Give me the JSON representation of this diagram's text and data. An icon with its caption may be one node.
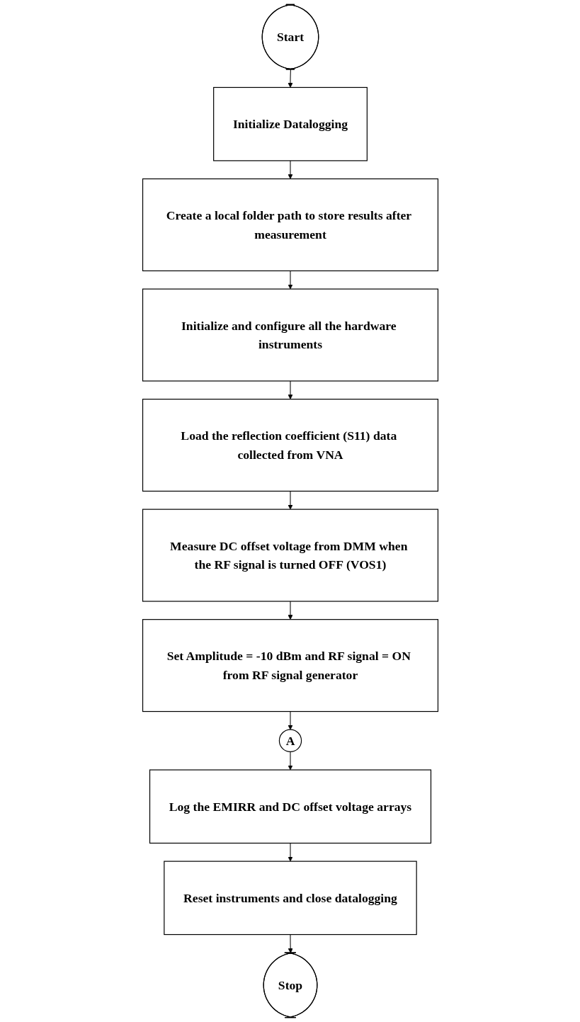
{
  "diagram": {
    "nodes": [
      {
        "text": [
          "Start"
        ]
      },
      {
        "text": [
          "Initialize Datalogging"
        ]
      },
      {
        "text": [
          "Create a local folder path to store results after measurement"
        ]
      },
      {
        "text": [
          "Initialize and configure all the hardware instruments"
        ]
      },
      {
        "text": [
          "Load the reflection coefficient (S11) data collected from VNA"
        ]
      },
      {
        "text": [
          "Measure DC offset voltage from DMM when the RF signal is turned OFF (VOS1)"
        ]
      },
      {
        "text": [
          "Set Amplitude = -10 dBm and RF signal = ON from RF signal generator"
        ]
      },
      {
        "text": [
          "A"
        ]
      },
      {
        "text": [
          "Log the EMIRR and DC offset voltage arrays"
        ]
      },
      {
        "text": [
          "Reset instruments and close datalogging"
        ]
      },
      {
        "text": [
          "Stop"
        ]
      }
    ],
    "edges": [
      {
        "from": 0,
        "to": 1,
        "arrow": "to"
      },
      {
        "from": 1,
        "to": 2,
        "arrow": "to"
      },
      {
        "from": 2,
        "to": 3,
        "arrow": "to"
      },
      {
        "from": 3,
        "to": 4,
        "arrow": "to"
      },
      {
        "from": 4,
        "to": 5,
        "arrow": "to"
      },
      {
        "from": 5,
        "to": 6,
        "arrow": "to"
      },
      {
        "from": 6,
        "to": 7,
        "arrow": "to"
      },
      {
        "from": 7,
        "to": 8,
        "arrow": "to"
      },
      {
        "from": 8,
        "to": 9,
        "arrow": "to"
      },
      {
        "from": 9,
        "to": 10,
        "arrow": "to"
      }
    ]
  }
}
